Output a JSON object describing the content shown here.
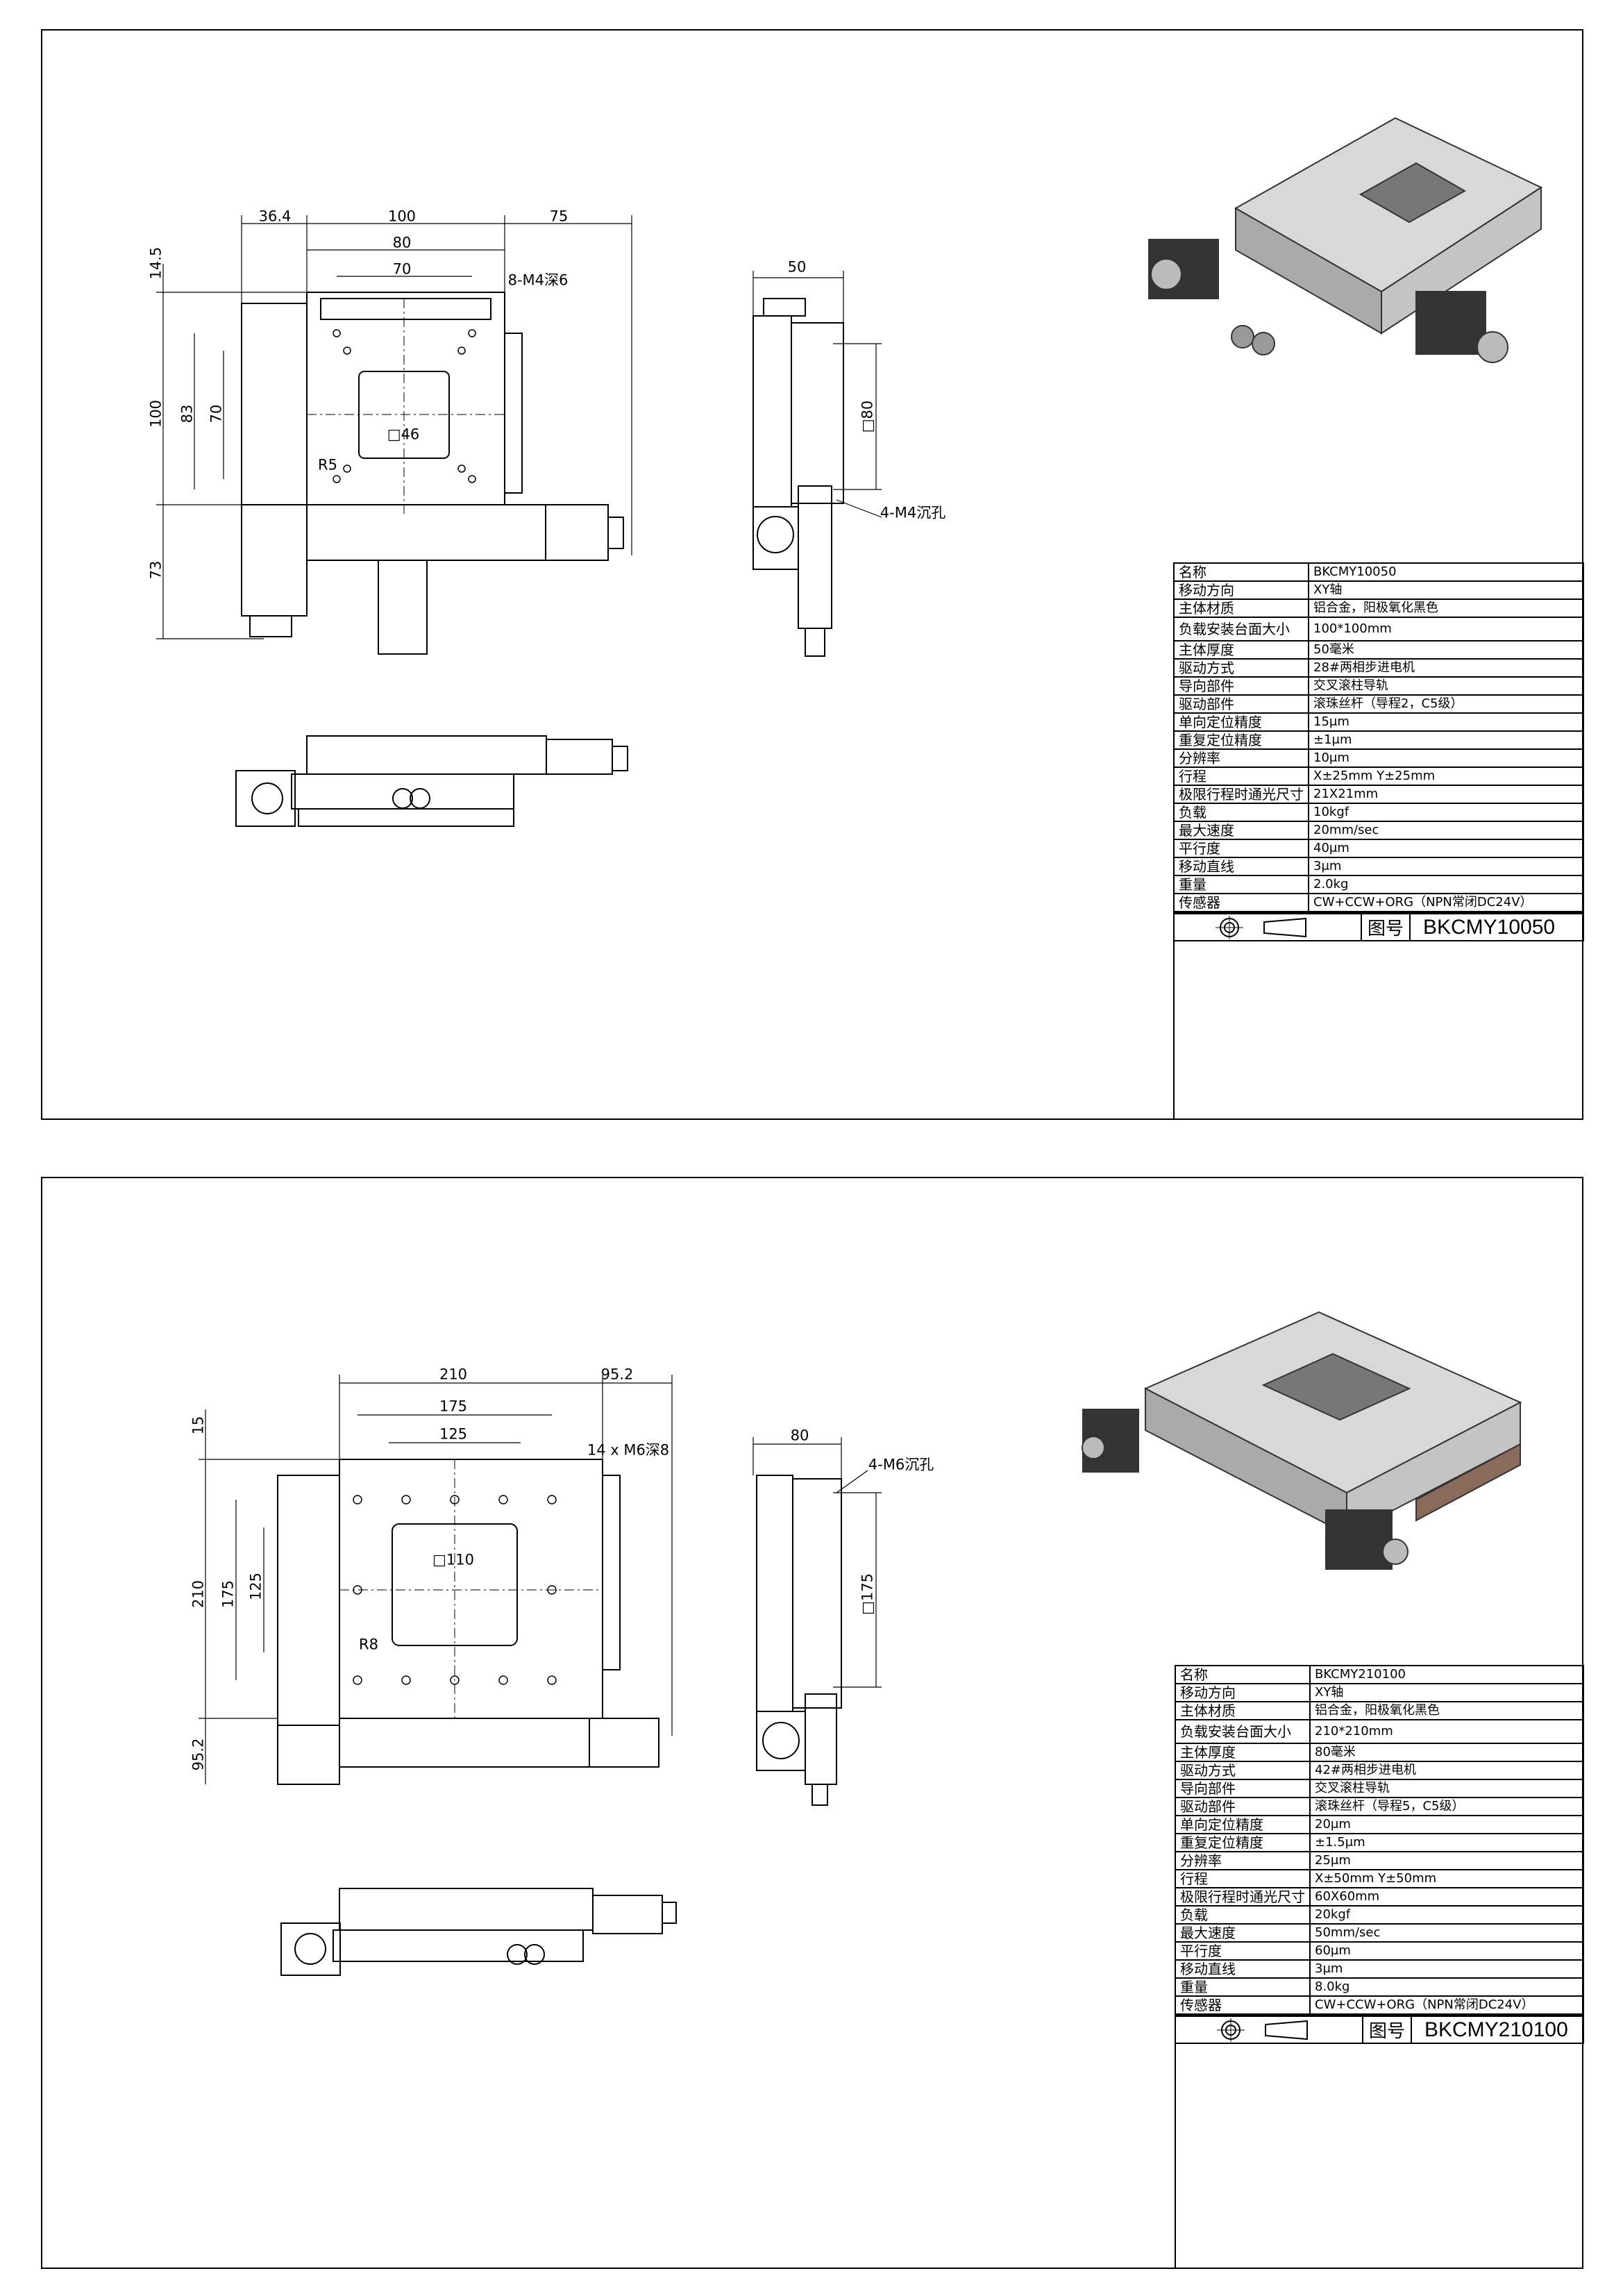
{
  "sheets": [
    {
      "drawing_label": "图号",
      "drawing_number": "BKCMY10050",
      "dims": [
        "36.4",
        "100",
        "75",
        "80",
        "70",
        "8-M4深6",
        "14.5",
        "100",
        "83",
        "70",
        "R5",
        "□46",
        "73",
        "50",
        "□80",
        "4-M4沉孔"
      ],
      "specs": [
        {
          "k": "名称",
          "v": "BKCMY10050"
        },
        {
          "k": "移动方向",
          "v": "XY轴"
        },
        {
          "k": "主体材质",
          "v": "铝合金，阳极氧化黑色"
        },
        {
          "k": "负载安装台面大小",
          "v": "100*100mm"
        },
        {
          "k": "主体厚度",
          "v": "50毫米"
        },
        {
          "k": "驱动方式",
          "v": "28#两相步进电机"
        },
        {
          "k": "导向部件",
          "v": "交叉滚柱导轨"
        },
        {
          "k": "驱动部件",
          "v": "滚珠丝杆（导程2，C5级）"
        },
        {
          "k": "单向定位精度",
          "v": "15μm"
        },
        {
          "k": "重复定位精度",
          "v": "±1μm"
        },
        {
          "k": "分辨率",
          "v": "10μm"
        },
        {
          "k": "行程",
          "v": "X±25mm   Y±25mm"
        },
        {
          "k": "极限行程时通光尺寸",
          "v": "21X21mm"
        },
        {
          "k": "负载",
          "v": "10kgf"
        },
        {
          "k": "最大速度",
          "v": "20mm/sec"
        },
        {
          "k": "平行度",
          "v": "40μm"
        },
        {
          "k": "移动直线",
          "v": "3μm"
        },
        {
          "k": "重量",
          "v": "2.0kg"
        },
        {
          "k": "传感器",
          "v": "CW+CCW+ORG（NPN常闭DC24V）"
        }
      ]
    },
    {
      "drawing_label": "图号",
      "drawing_number": "BKCMY210100",
      "dims": [
        "210",
        "95.2",
        "175",
        "125",
        "14 x M6深8",
        "15",
        "210",
        "175",
        "125",
        "□110",
        "R8",
        "95.2",
        "80",
        "4-M6沉孔",
        "□175"
      ],
      "specs": [
        {
          "k": "名称",
          "v": "BKCMY210100"
        },
        {
          "k": "移动方向",
          "v": "XY轴"
        },
        {
          "k": "主体材质",
          "v": "铝合金，阳极氧化黑色"
        },
        {
          "k": "负载安装台面大小",
          "v": "210*210mm"
        },
        {
          "k": "主体厚度",
          "v": "80毫米"
        },
        {
          "k": "驱动方式",
          "v": "42#两相步进电机"
        },
        {
          "k": "导向部件",
          "v": "交叉滚柱导轨"
        },
        {
          "k": "驱动部件",
          "v": "滚珠丝杆（导程5，C5级）"
        },
        {
          "k": "单向定位精度",
          "v": "20μm"
        },
        {
          "k": "重复定位精度",
          "v": "±1.5μm"
        },
        {
          "k": "分辨率",
          "v": "25μm"
        },
        {
          "k": "行程",
          "v": "X±50mm Y±50mm"
        },
        {
          "k": "极限行程时通光尺寸",
          "v": "60X60mm"
        },
        {
          "k": "负载",
          "v": "20kgf"
        },
        {
          "k": "最大速度",
          "v": "50mm/sec"
        },
        {
          "k": "平行度",
          "v": "60μm"
        },
        {
          "k": "移动直线",
          "v": "3μm"
        },
        {
          "k": "重量",
          "v": "8.0kg"
        },
        {
          "k": "传感器",
          "v": "CW+CCW+ORG（NPN常闭DC24V）"
        }
      ]
    }
  ]
}
